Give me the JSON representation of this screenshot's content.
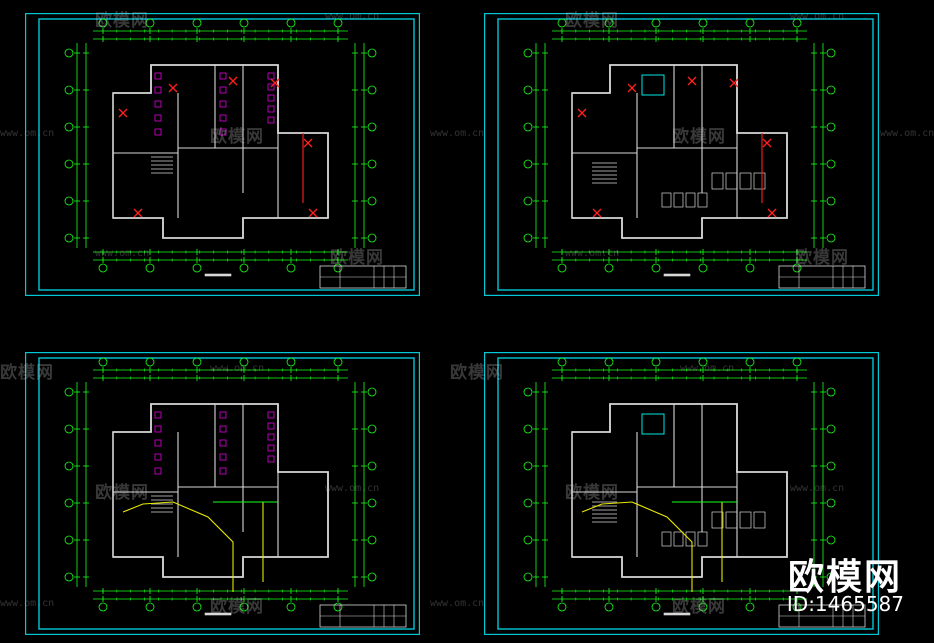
{
  "watermark": {
    "brand": "欧模网",
    "url": "www.om.cn"
  },
  "logo": {
    "brand": "欧模网",
    "id_text": "ID:1465587"
  },
  "colors": {
    "frame": "#00c8d8",
    "grid": "#19ff19",
    "wall": "#d8d8d8",
    "magenta": "#e000e0",
    "red": "#ff2020",
    "yellow": "#e8e800",
    "cyan": "#00ffff"
  },
  "sheets": [
    {
      "variant": "a",
      "accent": "red"
    },
    {
      "variant": "b",
      "accent": "red"
    },
    {
      "variant": "a",
      "accent": "yellow"
    },
    {
      "variant": "b",
      "accent": "yellow"
    }
  ]
}
